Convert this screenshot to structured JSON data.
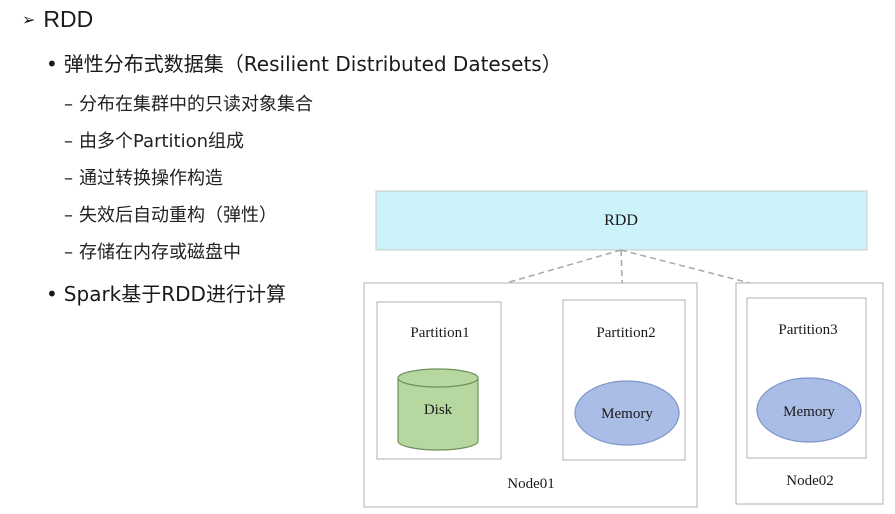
{
  "heading": {
    "marker": "➢",
    "title": "RDD"
  },
  "bullets": [
    {
      "text": "弹性分布式数据集（Resilient Distributed Datesets）",
      "subitems": [
        "分布在集群中的只读对象集合",
        "由多个Partition组成",
        "通过转换操作构造",
        "失效后自动重构（弹性）",
        "存储在内存或磁盘中"
      ]
    },
    {
      "text": "Spark基于RDD进行计算",
      "subitems": []
    }
  ],
  "diagram": {
    "rdd_label": "RDD",
    "nodes": [
      {
        "label": "Node01",
        "partitions": [
          {
            "label": "Partition1",
            "storage": "Disk"
          },
          {
            "label": "Partition2",
            "storage": "Memory"
          }
        ]
      },
      {
        "label": "Node02",
        "partitions": [
          {
            "label": "Partition3",
            "storage": "Memory"
          }
        ]
      }
    ],
    "colors": {
      "rdd_fill": "#ccf2fa",
      "disk_fill": "#b7d7a0",
      "disk_stroke": "#6f8f5a",
      "memory_fill": "#a9bde6",
      "memory_stroke": "#7e95c8",
      "box_stroke": "#b0b0b0",
      "arrow": "#a8a8a8"
    }
  }
}
